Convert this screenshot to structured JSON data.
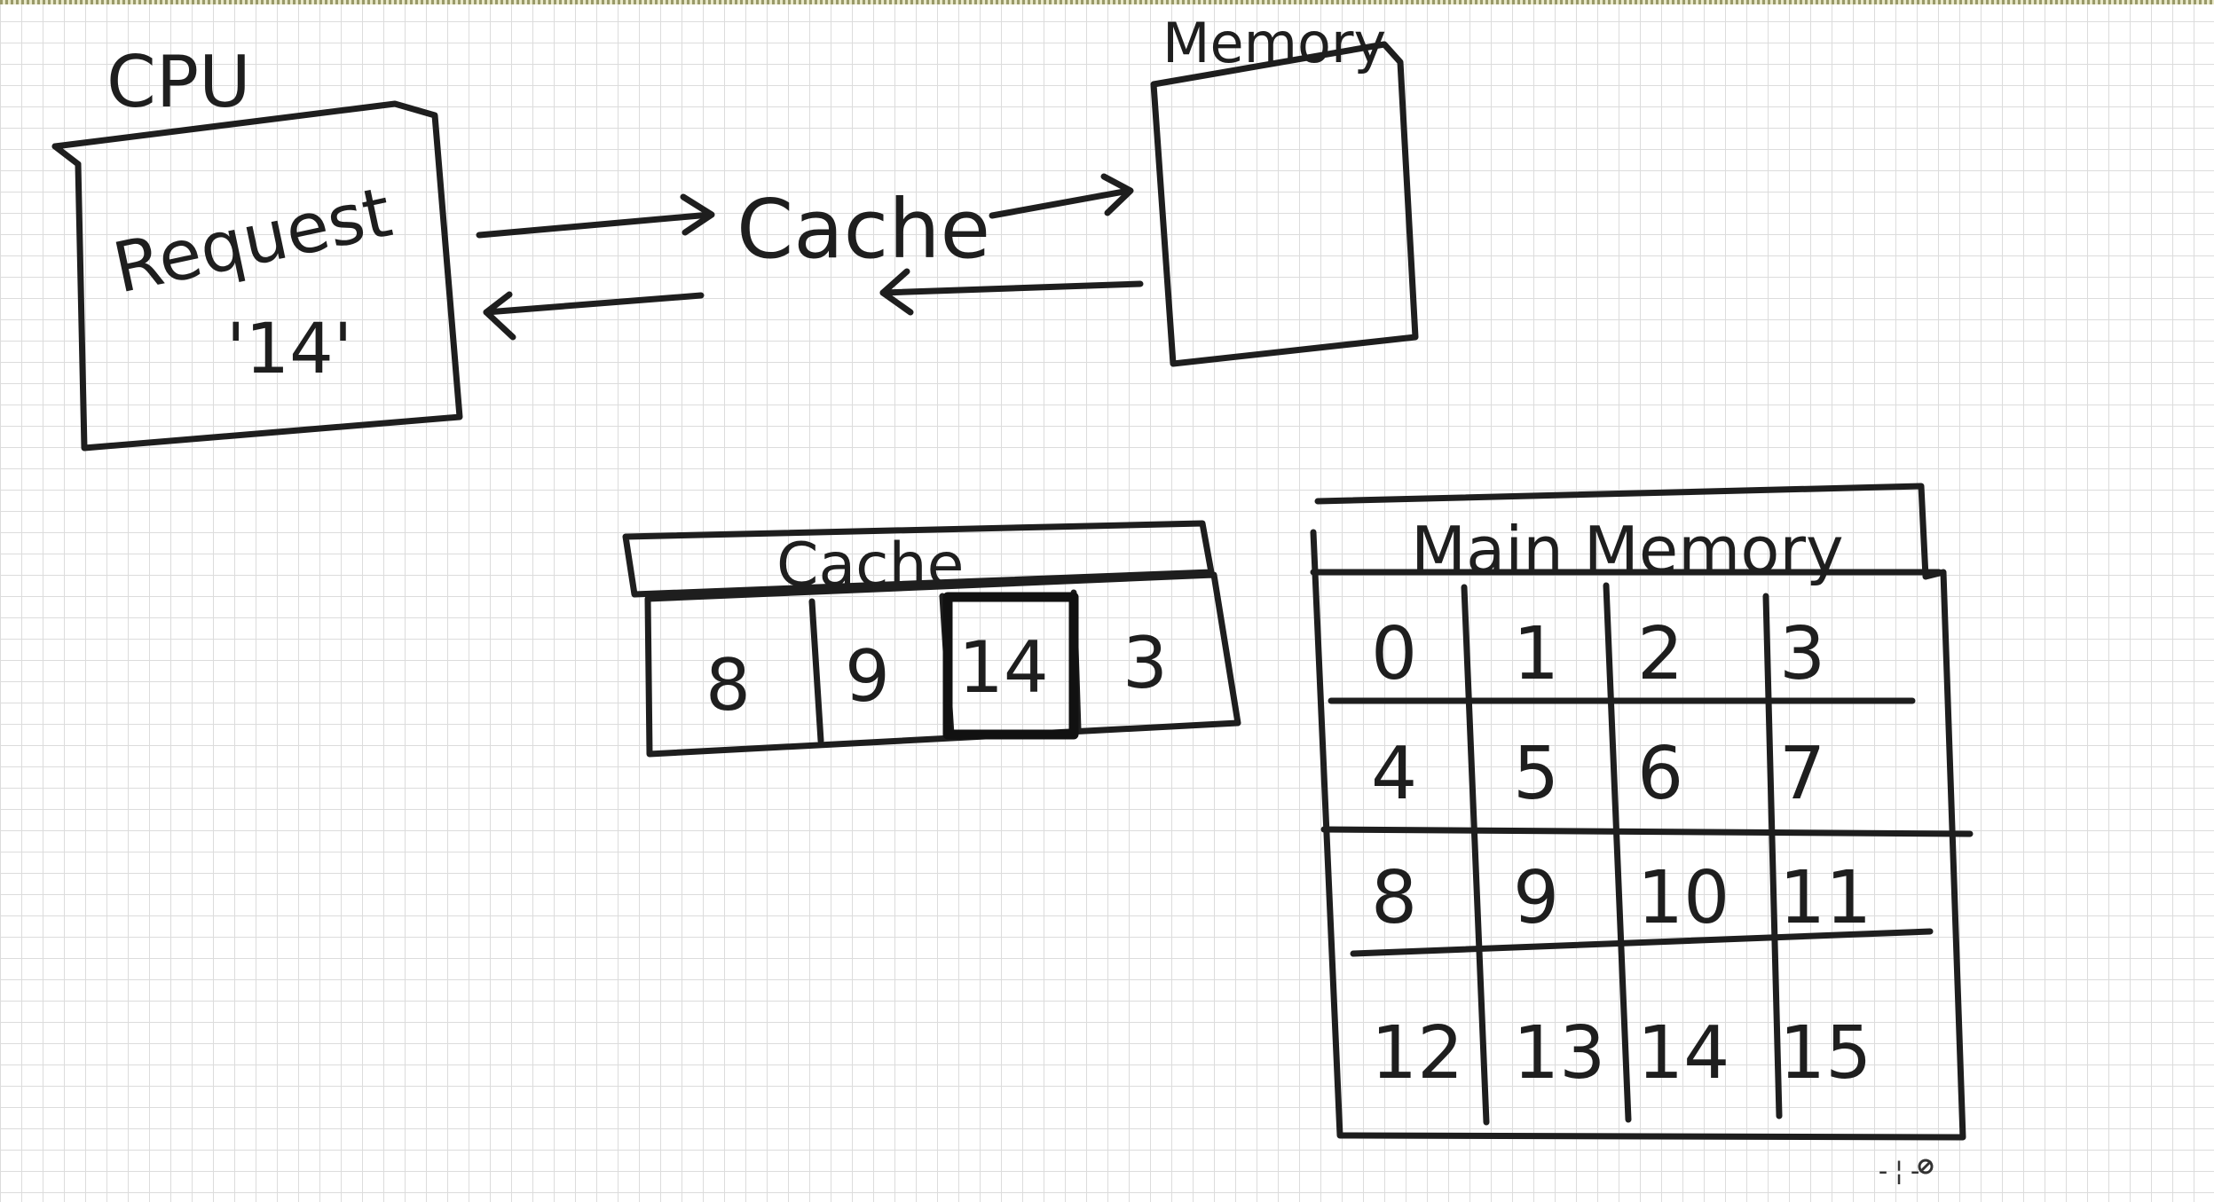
{
  "cpu": {
    "title": "CPU",
    "request_line1": "Request",
    "request_line2": "'14'"
  },
  "flow": {
    "cache_label": "Cache"
  },
  "memory": {
    "title": "Memory"
  },
  "cache_table": {
    "title": "Cache",
    "cells": [
      "8",
      "9",
      "14",
      "3"
    ],
    "highlighted": "14"
  },
  "main_memory": {
    "title": "Main Memory",
    "rows": [
      [
        "0",
        "1",
        "2",
        "3"
      ],
      [
        "4",
        "5",
        "6",
        "7"
      ],
      [
        "8",
        "9",
        "10",
        "11"
      ],
      [
        "12",
        "13",
        "14",
        "15"
      ]
    ]
  },
  "colors": {
    "ink": "#1e1e1e",
    "grid": "#dcdcdc",
    "background": "#ffffff"
  }
}
